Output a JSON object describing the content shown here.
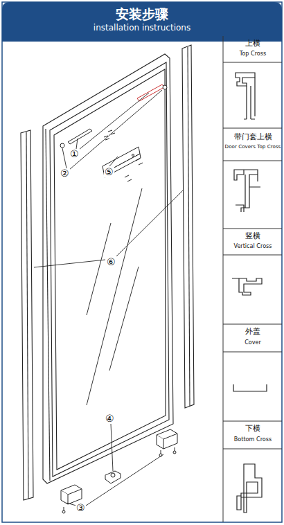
{
  "diagram": {
    "title": "安装步骤",
    "labels": [
      "installation instructions",
      "上横",
      "Top Cross",
      "带门套上横",
      "Door Covers Top Cross",
      "竖横",
      "Vertical Cross",
      "外盖",
      "Cover",
      "下横",
      "Bottom Cross",
      "①",
      "②",
      "③",
      "④",
      "⑤",
      "⑥"
    ]
  }
}
